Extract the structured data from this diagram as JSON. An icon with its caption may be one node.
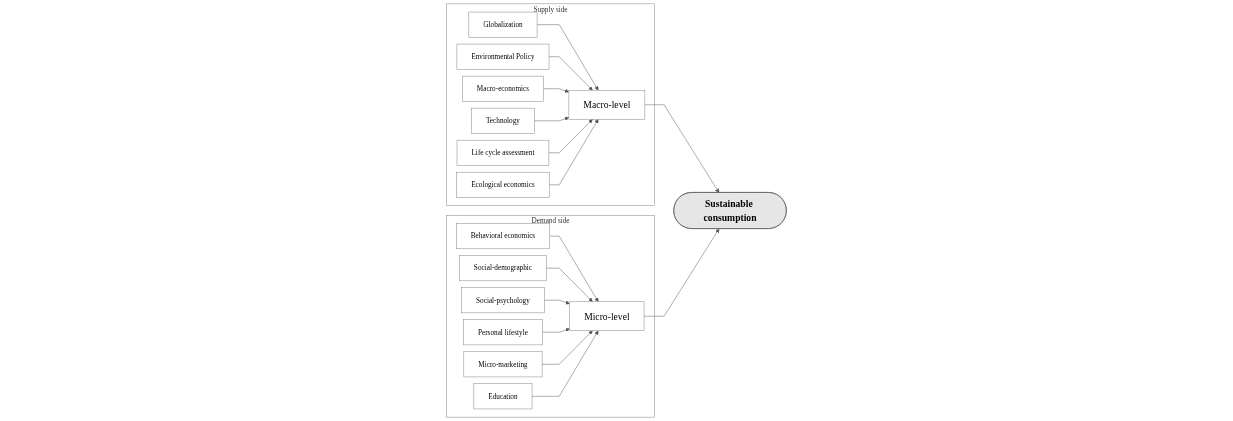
{
  "diagram": {
    "nodes": [
      {
        "text": [
          "Supply side"
        ]
      },
      {
        "text": [
          "Globalization"
        ],
        "in": 0
      },
      {
        "text": [
          "Environmental Policy"
        ],
        "in": 0
      },
      {
        "text": [
          "Macro-economics"
        ],
        "in": 0
      },
      {
        "text": [
          "Technology"
        ],
        "in": 0
      },
      {
        "text": [
          "Life cycle assessment"
        ],
        "in": 0
      },
      {
        "text": [
          "Ecological economics"
        ],
        "in": 0
      },
      {
        "text": [
          "Macro-level"
        ],
        "in": 0
      },
      {
        "text": [
          "Sustainable consumption"
        ]
      },
      {
        "text": [
          "Demand side"
        ]
      },
      {
        "text": [
          "Micro-level"
        ],
        "in": 9
      },
      {
        "text": [
          "Behavioral economics"
        ],
        "in": 9
      },
      {
        "text": [
          "Social-demographic"
        ],
        "in": 9
      },
      {
        "text": [
          "Social-psychology"
        ],
        "in": 9
      },
      {
        "text": [
          "Personal lifestyle"
        ],
        "in": 9
      },
      {
        "text": [
          "Micro-marketing"
        ],
        "in": 9
      },
      {
        "text": [
          "Education"
        ],
        "in": 9
      }
    ],
    "edges": [
      {
        "from": 1,
        "to": 7,
        "arrow": "to"
      },
      {
        "from": 2,
        "to": 7,
        "arrow": "to"
      },
      {
        "from": 3,
        "to": 7,
        "arrow": "to"
      },
      {
        "from": 4,
        "to": 7,
        "arrow": "to"
      },
      {
        "from": 5,
        "to": 7,
        "arrow": "to"
      },
      {
        "from": 6,
        "to": 7,
        "arrow": "to"
      },
      {
        "from": 7,
        "to": 8,
        "arrow": "to"
      },
      {
        "from": 10,
        "to": 8,
        "arrow": "to"
      },
      {
        "from": 11,
        "to": 10,
        "arrow": "to"
      },
      {
        "from": 12,
        "to": 10,
        "arrow": "to"
      },
      {
        "from": 13,
        "to": 10,
        "arrow": "to"
      },
      {
        "from": 14,
        "to": 10,
        "arrow": "to"
      },
      {
        "from": 15,
        "to": 10,
        "arrow": "to"
      },
      {
        "from": 16,
        "to": 10,
        "arrow": "to"
      }
    ]
  }
}
